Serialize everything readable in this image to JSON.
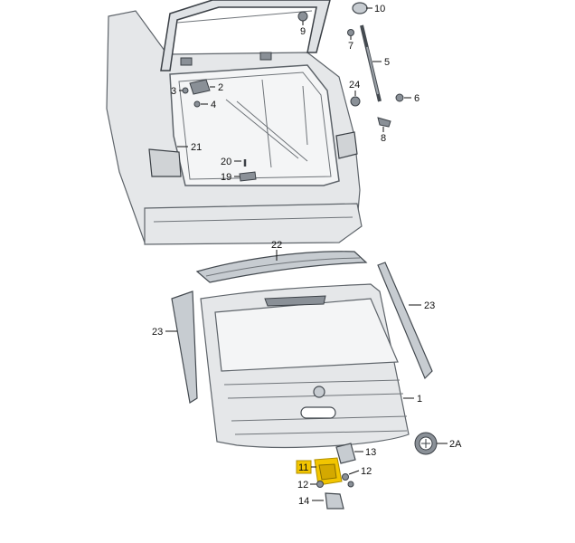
{
  "colors": {
    "highlight": "#f2c500",
    "line": "#111111",
    "part_fill": "#c7ccd1",
    "body_fill": "#e5e7e9"
  },
  "callouts": {
    "c1": "1",
    "c2": "2",
    "c2a": "2A",
    "c3": "3",
    "c4": "4",
    "c5": "5",
    "c6": "6",
    "c7": "7",
    "c8": "8",
    "c9": "9",
    "c10": "10",
    "c11": "11",
    "c12a": "12",
    "c12b": "12",
    "c13": "13",
    "c14": "14",
    "c19": "19",
    "c20": "20",
    "c21": "21",
    "c22": "22",
    "c23a": "23",
    "c23b": "23",
    "c24": "24"
  }
}
